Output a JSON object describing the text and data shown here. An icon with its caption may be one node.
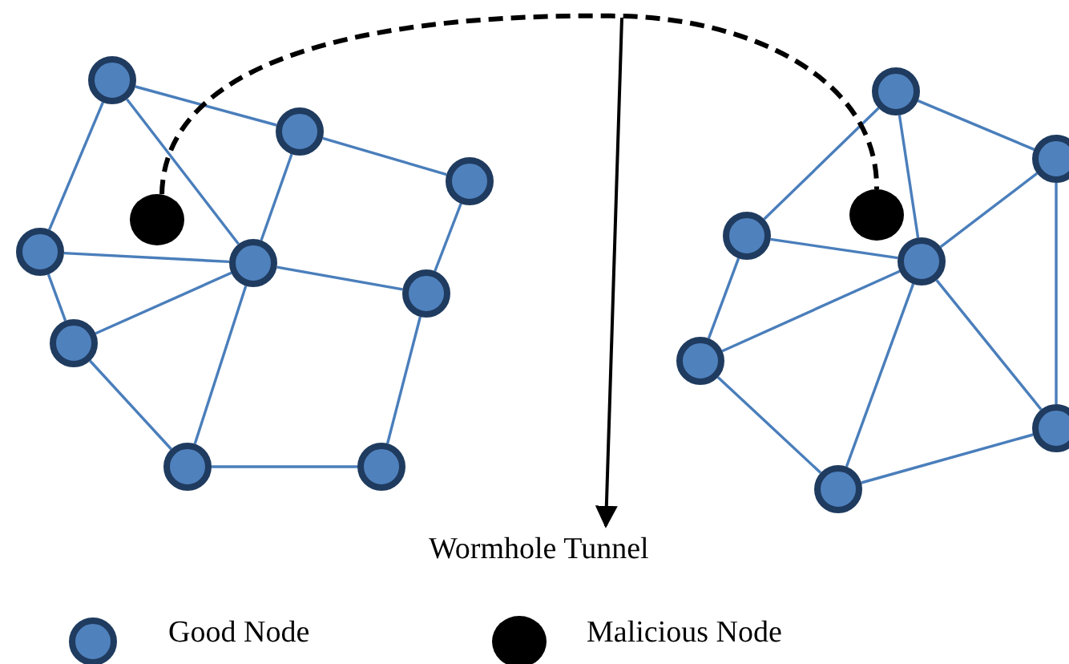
{
  "diagram": {
    "nodes": [
      {
        "text": [],
        "shape": "circle"
      },
      {
        "text": [],
        "shape": "circle"
      },
      {
        "text": [],
        "shape": "circle"
      },
      {
        "text": [],
        "shape": "circle"
      },
      {
        "text": [],
        "shape": "circle"
      },
      {
        "text": [],
        "shape": "circle"
      },
      {
        "text": [],
        "shape": "circle"
      },
      {
        "text": [],
        "shape": "circle"
      },
      {
        "text": [],
        "shape": "circle"
      },
      {
        "text": [],
        "shape": "circle"
      },
      {
        "text": [],
        "shape": "circle"
      },
      {
        "text": [],
        "shape": "circle"
      },
      {
        "text": [],
        "shape": "circle"
      },
      {
        "text": [],
        "shape": "circle"
      },
      {
        "text": [],
        "shape": "circle"
      },
      {
        "text": [],
        "shape": "circle"
      },
      {
        "text": [],
        "shape": "circle"
      },
      {
        "text": [],
        "shape": "circle"
      },
      {
        "text": [
          "Wormhole Tunnel"
        ]
      }
    ],
    "edges": [
      {
        "from": 0,
        "to": 1,
        "arrow": "none"
      },
      {
        "from": 0,
        "to": 4,
        "arrow": "none"
      },
      {
        "from": 0,
        "to": 5,
        "arrow": "none"
      },
      {
        "from": 1,
        "to": 2,
        "arrow": "none"
      },
      {
        "from": 1,
        "to": 5,
        "arrow": "none"
      },
      {
        "from": 2,
        "to": 6,
        "arrow": "none"
      },
      {
        "from": 6,
        "to": 9,
        "arrow": "none"
      },
      {
        "from": 4,
        "to": 5,
        "arrow": "none"
      },
      {
        "from": 4,
        "to": 7,
        "arrow": "none"
      },
      {
        "from": 5,
        "to": 6,
        "arrow": "none"
      },
      {
        "from": 5,
        "to": 7,
        "arrow": "none"
      },
      {
        "from": 5,
        "to": 8,
        "arrow": "none"
      },
      {
        "from": 7,
        "to": 8,
        "arrow": "none"
      },
      {
        "from": 8,
        "to": 9,
        "arrow": "none"
      },
      {
        "from": 10,
        "to": 11,
        "arrow": "none"
      },
      {
        "from": 10,
        "to": 12,
        "arrow": "none"
      },
      {
        "from": 10,
        "to": 14,
        "arrow": "none"
      },
      {
        "from": 11,
        "to": 14,
        "arrow": "none"
      },
      {
        "from": 11,
        "to": 16,
        "arrow": "none"
      },
      {
        "from": 12,
        "to": 14,
        "arrow": "none"
      },
      {
        "from": 12,
        "to": 15,
        "arrow": "none"
      },
      {
        "from": 14,
        "to": 15,
        "arrow": "none"
      },
      {
        "from": 14,
        "to": 17,
        "arrow": "none"
      },
      {
        "from": 14,
        "to": 16,
        "arrow": "none"
      },
      {
        "from": 15,
        "to": 17,
        "arrow": "none"
      },
      {
        "from": 17,
        "to": 16,
        "arrow": "none"
      },
      {
        "from": 3,
        "to": 13,
        "arrow": "none",
        "style": "dashed",
        "color": "#000000"
      },
      {
        "from": null,
        "to": 18,
        "arrow": "to",
        "color": "#000000"
      }
    ],
    "legend": [
      {
        "text": "Good Node"
      },
      {
        "text": "Malicious Node"
      }
    ]
  }
}
